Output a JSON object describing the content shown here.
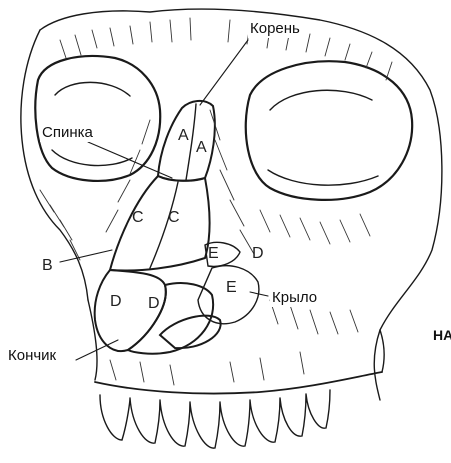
{
  "labels": {
    "koren": "Корень",
    "spinka": "Спинка",
    "krylo": "Крыло",
    "konchik": "Кончик",
    "b_letter": "B",
    "clipped_word": "НА"
  },
  "segments": {
    "a1": "A",
    "a2": "A",
    "c1": "C",
    "c2": "C",
    "d1": "D",
    "d2": "D",
    "d3": "D",
    "e1": "E",
    "e2": "E"
  },
  "colors": {
    "ink": "#1a1a1a",
    "paper": "#ffffff"
  }
}
